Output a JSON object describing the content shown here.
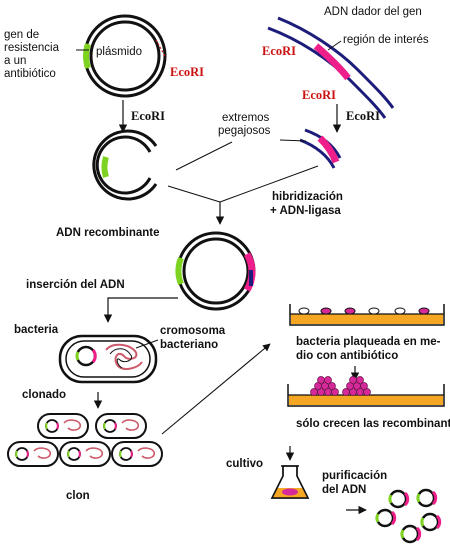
{
  "colors": {
    "dark": "#111111",
    "navy": "#1c1c7a",
    "pink": "#ee1e8a",
    "green": "#7ed321",
    "red": "#cc1111",
    "orange": "#f5a623",
    "yellow": "#f2e21a"
  },
  "labels": {
    "resistance_gene": [
      "gen de",
      "resistencia",
      "a un",
      "antibiótico"
    ],
    "plasmid": "plásmido",
    "ecori_plasmid": "EcoRI",
    "donor_dna": "ADN dador del gen",
    "region_interest": "región de interés",
    "ecori_donor_left": "EcoRI",
    "ecori_donor_low": "EcoRI",
    "ecori_arrow1": "EcoRI",
    "ecori_arrow2": "EcoRI",
    "sticky_ends": [
      "extremos",
      "pegajosos"
    ],
    "hybridization": [
      "hibridización",
      "+ ADN-ligasa"
    ],
    "recombinant": "ADN recombinante",
    "insertion": "inserción del ADN",
    "bacteria": "bacteria",
    "chromosome": [
      "cromosoma",
      "bacteriano"
    ],
    "cloned": "clonado",
    "clone": "clon",
    "plated": [
      "bacteria plaqueada en me-",
      "dio con antibiótico"
    ],
    "only_recombinants": "sólo crecen las recombinantes",
    "culture": "cultivo",
    "purification": [
      "purificación",
      "del ADN"
    ]
  }
}
